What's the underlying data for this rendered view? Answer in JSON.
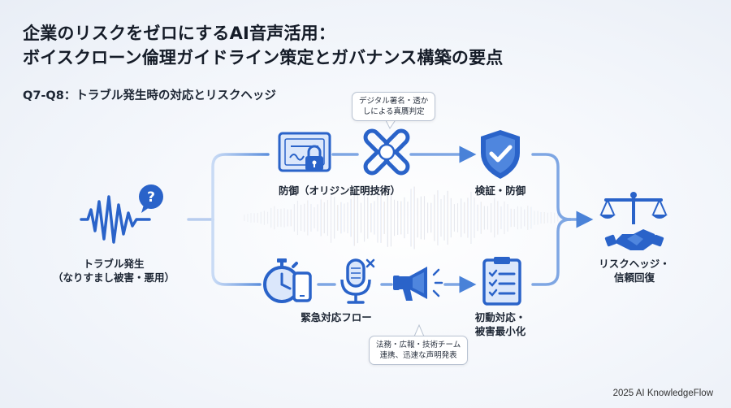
{
  "header": {
    "title_line1": "企業のリスクをゼロにするAI音声活用：",
    "title_line2": "ボイスクローン倫理ガイドライン策定とガバナンス構築の要点",
    "subtitle": "Q7-Q8：トラブル発生時の対応とリスクヘッジ"
  },
  "nodes": {
    "start_label_line1": "トラブル発生",
    "start_label_line2": "（なりすまし被害・悪用）",
    "defense_label": "防御（オリジン証明技術）",
    "verify_label": "検証・防御",
    "emergency_label": "緊急対応フロー",
    "initial_label_line1": "初動対応・",
    "initial_label_line2": "被害最小化",
    "end_label_line1": "リスクヘッジ・",
    "end_label_line2": "信頼回復"
  },
  "callouts": {
    "top_line1": "デジタル署名・透か",
    "top_line2": "しによる真贋判定",
    "bottom_line1": "法務・広報・技術チーム",
    "bottom_line2": "連携、迅速な声明発表"
  },
  "icons": [
    "sound-wave-question-icon",
    "certificate-lock-icon",
    "broken-chain-icon",
    "shield-check-icon",
    "stopwatch-phone-icon",
    "muted-microphone-icon",
    "megaphone-icon",
    "clipboard-checklist-icon",
    "scales-handshake-icon"
  ],
  "colors": {
    "accent": "#2f6fd6",
    "icon_fill": "#2a63c9",
    "icon_light": "#dbe7fb",
    "line": "#8fb2e6"
  },
  "footer": "2025 AI KnowledgeFlow"
}
